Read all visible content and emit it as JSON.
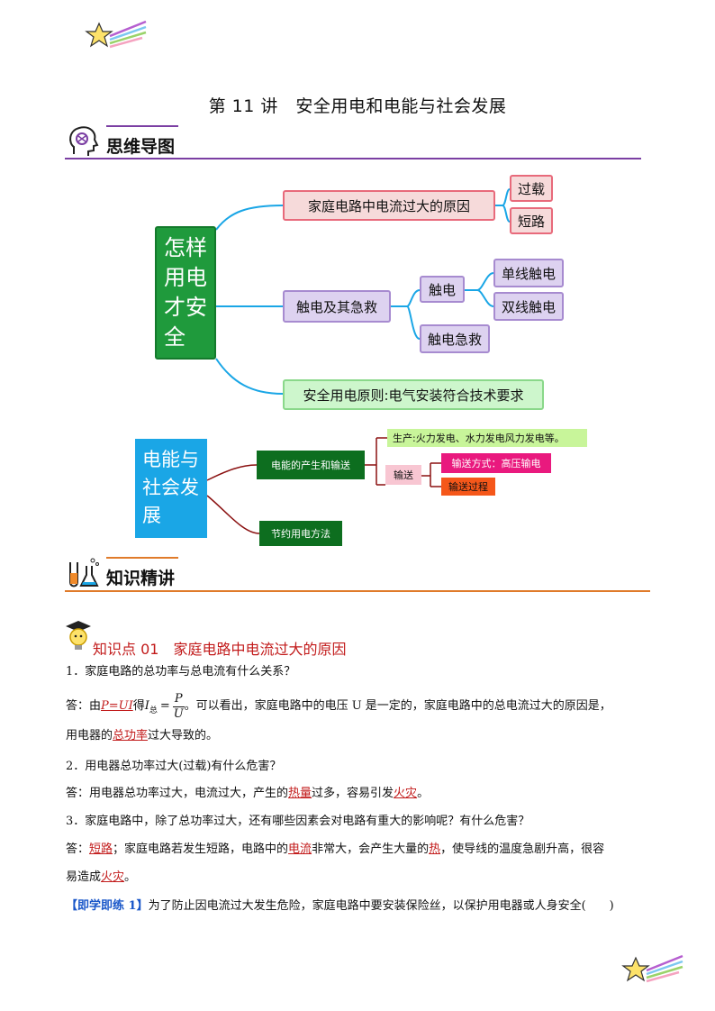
{
  "title": "第 11 讲　安全用电和电能与社会发展",
  "section1": {
    "heading": "思维导图"
  },
  "mindmap1": {
    "root": "怎样用电才安全",
    "branch_cause": "家庭电路中电流过大的原因",
    "cause_overload": "过载",
    "cause_short": "短路",
    "branch_shock": "触电及其急救",
    "shock": "触电",
    "shock_single": "单线触电",
    "shock_double": "双线触电",
    "shock_aid": "触电急救",
    "branch_principle": "安全用电原则:电气安装符合技术要求"
  },
  "mindmap2": {
    "root": "电能与社会发展",
    "branch_produce": "电能的产生和输送",
    "production": "生产:火力发电、水力发电风力发电等。",
    "transmission": "输送",
    "trans_method": "输送方式：高压输电",
    "trans_process": "输送过程",
    "branch_save": "节约用电方法"
  },
  "section2": {
    "heading": "知识精讲"
  },
  "kp": {
    "title": "知识点 01　家庭电路中电流过大的原因"
  },
  "q1": {
    "text": "1．家庭电路的总功率与总电流有什么关系？"
  },
  "a1": {
    "prefix": "答：由 ",
    "formula_left": "P=UI",
    "de": "得 ",
    "i_total": "I",
    "subscript": "总",
    "numerator": "P",
    "denominator": "U",
    "rest": "。可以看出，家庭电路中的电压 U 是一定的，家庭电路中的总电流过大的原因是，",
    "line2_pre": "用电器的",
    "line2_key": "总功率",
    "line2_post": "过大导致的。"
  },
  "q2": {
    "text": "2．用电器总功率过大(过载)有什么危害？"
  },
  "a2": {
    "pre": "答：用电器总功率过大，电流过大，产生的",
    "key1": "热量",
    "mid": "过多，容易引发",
    "key2": "火灾",
    "end": "。"
  },
  "q3": {
    "text": "3．家庭电路中，除了总功率过大，还有哪些因素会对电路有重大的影响呢？有什么危害？"
  },
  "a3": {
    "pre": "答：",
    "key1": "短路",
    "t1": "；家庭电路若发生短路，电路中的",
    "key2": "电流",
    "t2": "非常大，会产生大量的",
    "key3": "热",
    "t3": "，使导线的温度急剧升高，很容",
    "line2_pre": "易造成",
    "key4": "火灾",
    "line2_end": "。"
  },
  "practice": {
    "label": "【即学即练 1】",
    "text": "为了防止因电流过大发生危险，家庭电路中要安装保险丝，以保护用电器或人身安全(　　)"
  },
  "colors": {
    "accent_red": "#c21b1b",
    "section1_rule": "#7b3fa3",
    "section2_rule": "#e07b2a",
    "kp_title": "#c21b1b",
    "practice_label": "#1a57c9"
  }
}
